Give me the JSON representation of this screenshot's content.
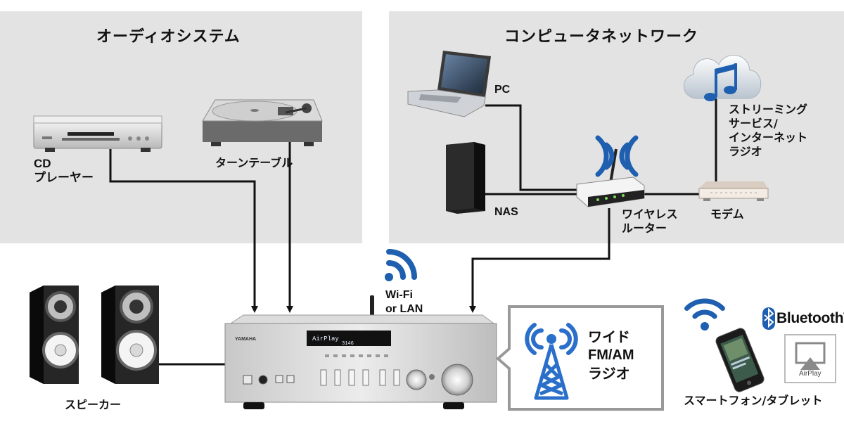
{
  "panels": {
    "audio_system": {
      "title": "オーディオシステム"
    },
    "computer_network": {
      "title": "コンピュータネットワーク"
    }
  },
  "devices": {
    "cd_player": {
      "label_line1": "CD",
      "label_line2": "プレーヤー"
    },
    "turntable": {
      "label": "ターンテーブル"
    },
    "pc": {
      "label": "PC"
    },
    "nas": {
      "label": "NAS"
    },
    "router": {
      "label_line1": "ワイヤレス",
      "label_line2": "ルーター"
    },
    "modem": {
      "label": "モデム"
    },
    "streaming": {
      "label_line1": "ストリーミング",
      "label_line2": "サービス/",
      "label_line3": "インターネット",
      "label_line4": "ラジオ"
    },
    "speakers": {
      "label": "スピーカー"
    },
    "receiver": {
      "brand": "YAMAHA",
      "display_text": "AirPlay",
      "display_sub": "3146"
    },
    "wifi_lan": {
      "label_line1": "Wi-Fi",
      "label_line2": "or LAN"
    },
    "radio": {
      "label_line1": "ワイド",
      "label_line2": "FM/AM",
      "label_line3": "ラジオ"
    },
    "smartphone": {
      "label": "スマートフォン/タブレット"
    },
    "bluetooth": {
      "label": "Bluetooth",
      "trademark": "®"
    },
    "airplay": {
      "label": "AirPlay"
    }
  },
  "colors": {
    "panel_bg": "#e3e3e3",
    "wire": "#111111",
    "wireless_blue": "#1f5fb0",
    "radio_blue": "#2a6fc9"
  }
}
